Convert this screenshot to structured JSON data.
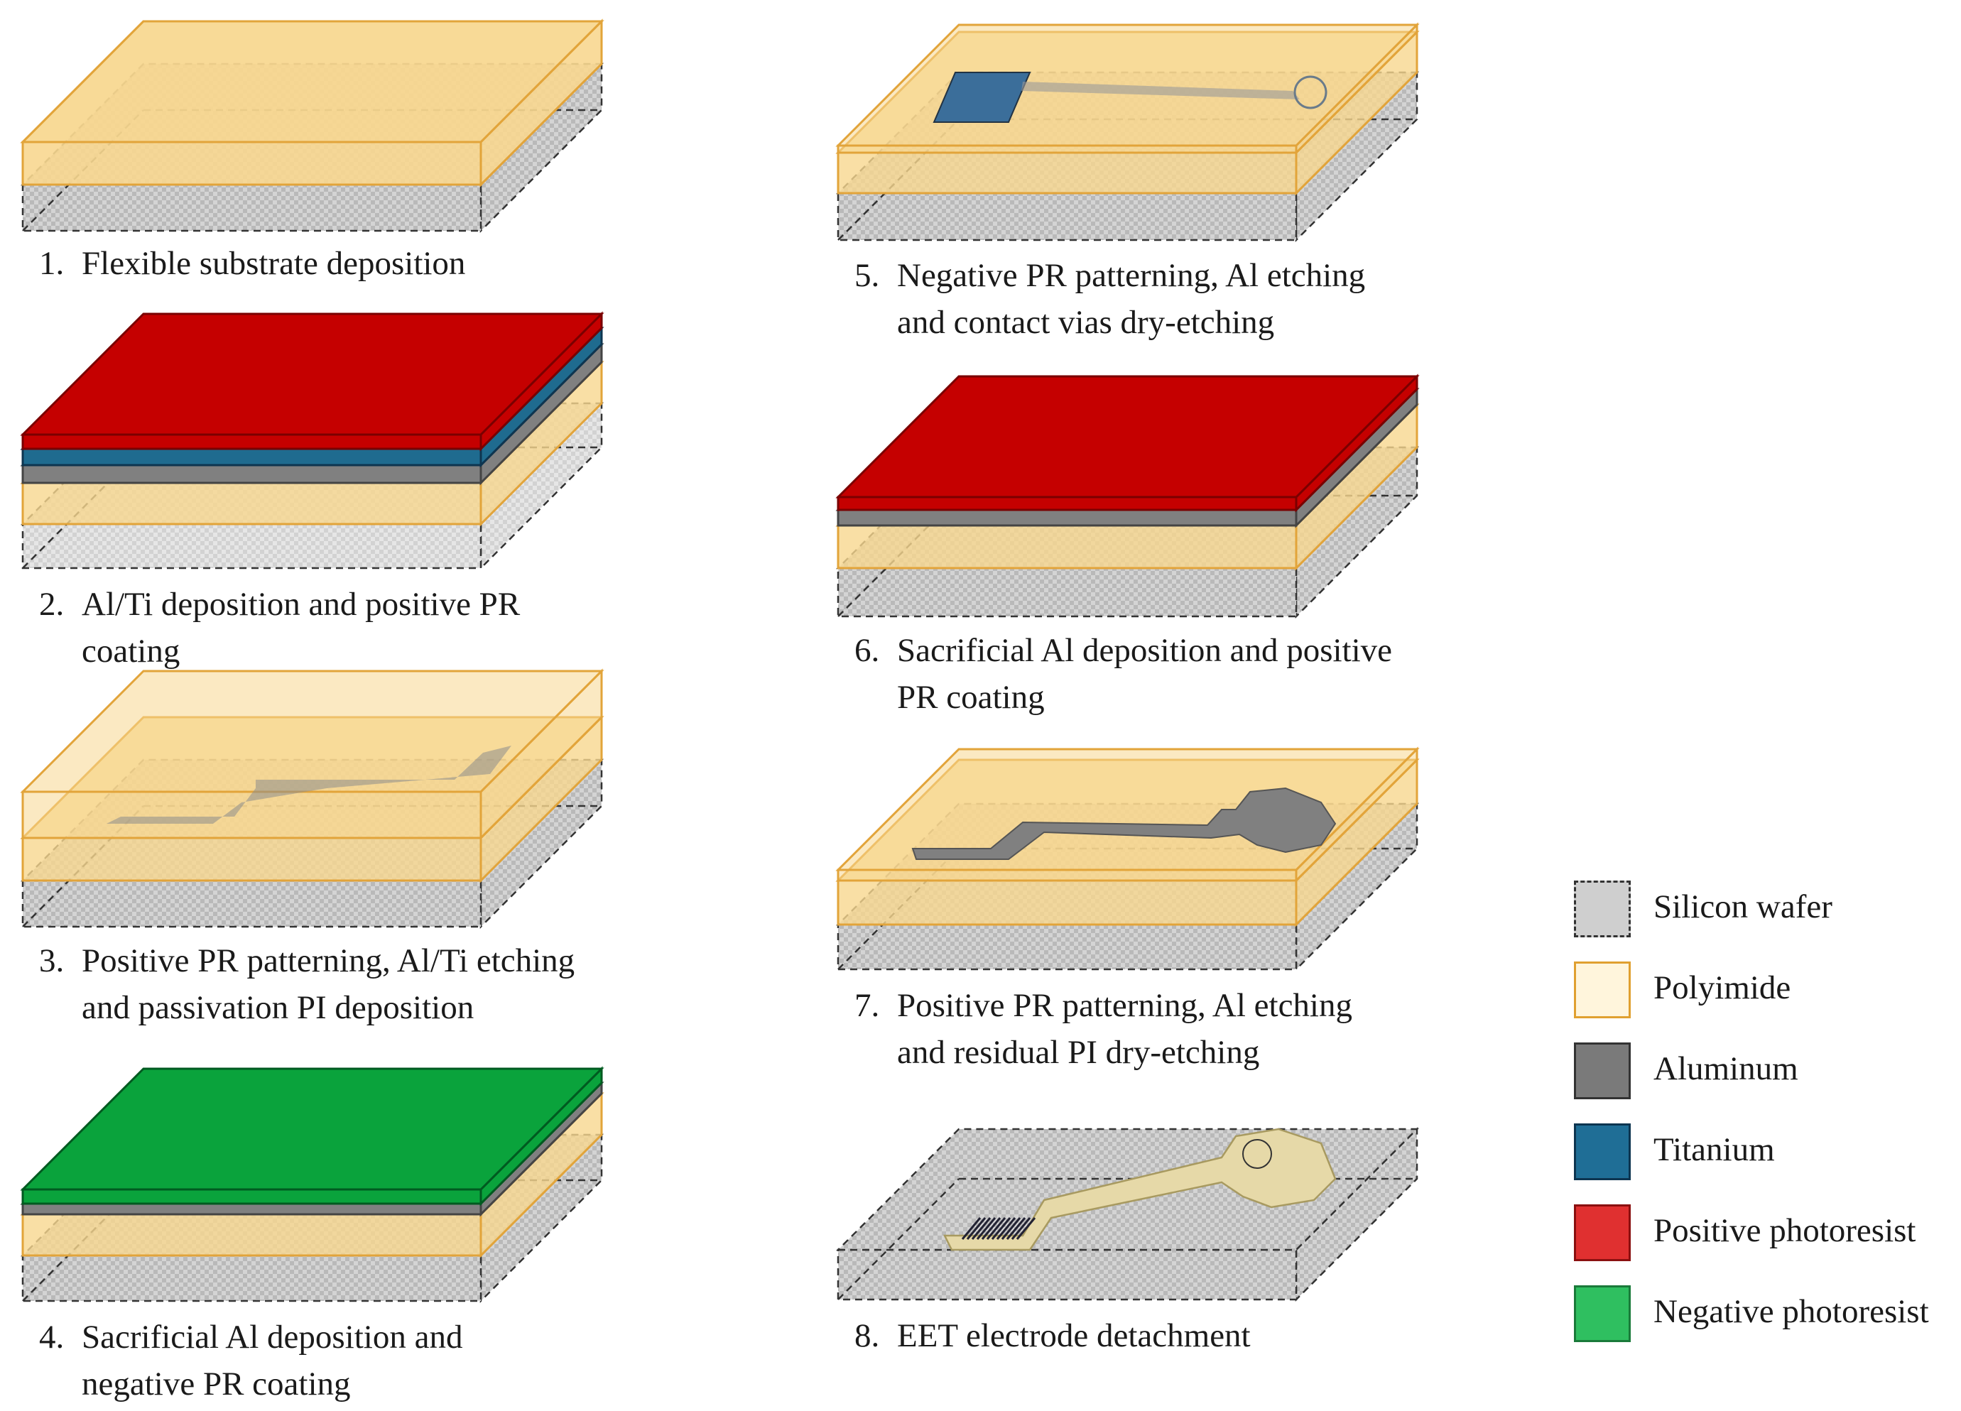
{
  "steps": [
    {
      "num": "1.",
      "lines": [
        "Flexible substrate deposition"
      ]
    },
    {
      "num": "2.",
      "lines": [
        "Al/Ti deposition and positive PR",
        "coating"
      ]
    },
    {
      "num": "3.",
      "lines": [
        "Positive PR patterning, Al/Ti etching",
        "and passivation PI deposition"
      ]
    },
    {
      "num": "4.",
      "lines": [
        "Sacrificial Al deposition and",
        "negative PR coating"
      ]
    },
    {
      "num": "5.",
      "lines": [
        "Negative PR patterning, Al etching",
        "and contact vias dry-etching"
      ]
    },
    {
      "num": "6.",
      "lines": [
        "Sacrificial Al deposition and positive",
        "PR coating"
      ]
    },
    {
      "num": "7.",
      "lines": [
        "Positive PR patterning, Al etching",
        "and residual PI dry-etching"
      ]
    },
    {
      "num": "8.",
      "lines": [
        "EET electrode detachment"
      ]
    }
  ],
  "legend": [
    {
      "label": "Silicon wafer",
      "color": "#cfcfcf",
      "border": "dashed"
    },
    {
      "label": "Polyimide",
      "color": "#fff5dc",
      "border": "#e0a030"
    },
    {
      "label": "Aluminum",
      "color": "#7a7a7a",
      "border": "#333333"
    },
    {
      "label": "Titanium",
      "color": "#1f6e96",
      "border": "#0d3550"
    },
    {
      "label": "Positive photoresist",
      "color": "#e03030",
      "border": "#8a1010"
    },
    {
      "label": "Negative photoresist",
      "color": "#2fbf60",
      "border": "#1a7a3a"
    }
  ],
  "colors": {
    "polyimide": "#f8d78f",
    "polyimide_edge": "#e2a43a",
    "silicon": "#c8c8c8",
    "aluminum": "#808080",
    "titanium": "#1f6b8f",
    "positive_pr": "#c50000",
    "negative_pr": "#0aa33c"
  }
}
